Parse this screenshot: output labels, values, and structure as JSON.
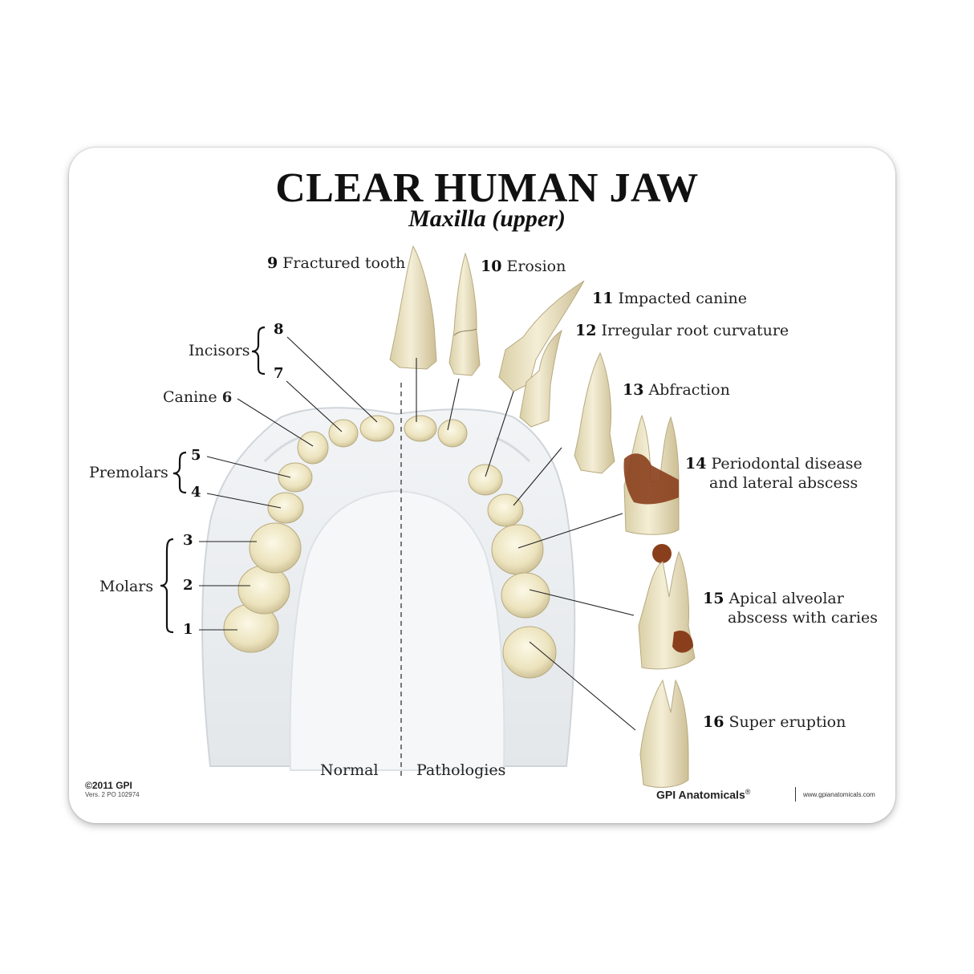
{
  "header": {
    "title": "CLEAR HUMAN JAW",
    "subtitle": "Maxilla (upper)"
  },
  "normal_groups": {
    "incisors": "Incisors",
    "canine": "Canine",
    "premolars": "Premolars",
    "molars": "Molars"
  },
  "normal_numbers": [
    "1",
    "2",
    "3",
    "4",
    "5",
    "6",
    "7",
    "8"
  ],
  "pathologies": [
    {
      "num": "9",
      "label": "Fractured tooth"
    },
    {
      "num": "10",
      "label": "Erosion"
    },
    {
      "num": "11",
      "label": "Impacted canine"
    },
    {
      "num": "12",
      "label": "Irregular root curvature"
    },
    {
      "num": "13",
      "label": "Abfraction"
    },
    {
      "num": "14",
      "label": "Periodontal disease",
      "label2": "and lateral abscess"
    },
    {
      "num": "15",
      "label": "Apical alveolar",
      "label2": "abscess with caries"
    },
    {
      "num": "16",
      "label": "Super eruption"
    }
  ],
  "sides": {
    "normal": "Normal",
    "pathologies": "Pathologies"
  },
  "footer": {
    "copyright": "©2011 GPI",
    "version": "Vers. 2 PO 102974",
    "brand": "GPI Anatomicals",
    "brand_mark": "®",
    "url": "www.gpianatomicals.com"
  },
  "colors": {
    "tooth": "#efe8c4",
    "root": "#e9dfbf",
    "lesion": "#8a3f1c",
    "jaw": "#e9ecef"
  }
}
